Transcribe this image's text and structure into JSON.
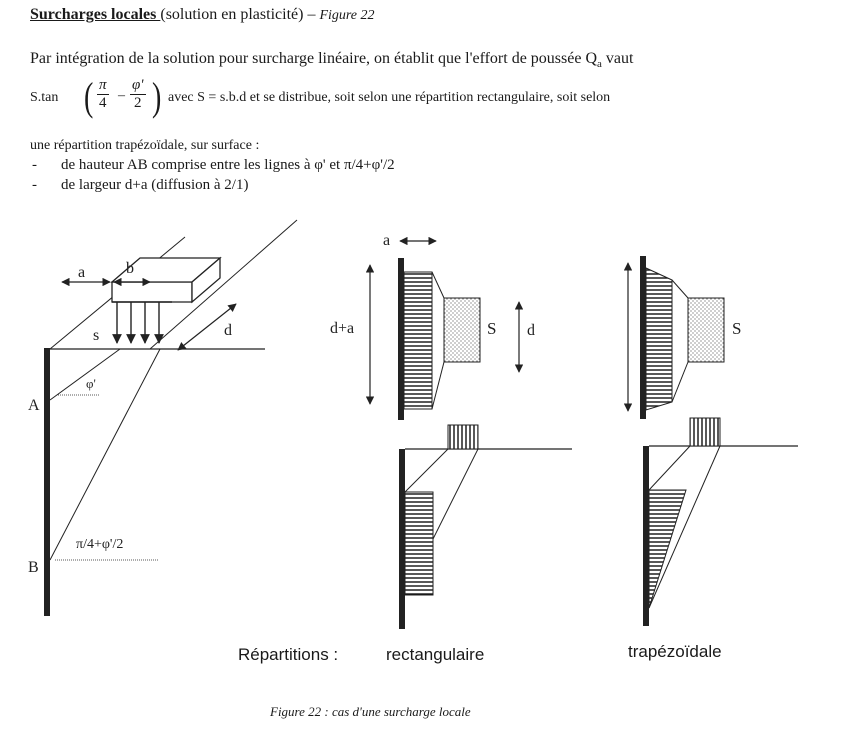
{
  "title": {
    "bold": "Surcharges locales ",
    "rest": "(solution en plasticité) – ",
    "figure_ref": "Figure 22"
  },
  "para1": {
    "line1_prefix": "Par intégration de la solution pour surcharge linéaire, on établit que l'effort de poussée Q",
    "line1_sub": "a",
    "line1_suffix": " vaut",
    "formula_prefix": "S.tan",
    "frac1_num": "π",
    "frac1_den": "4",
    "minus": "–",
    "frac2_num": "φ'",
    "frac2_den": "2",
    "line2_suffix": "avec S = s.b.d et se distribue, soit selon une répartition rectangulaire, soit selon",
    "line3": "une répartition trapézoïdale, sur surface :"
  },
  "bullets": [
    {
      "dash": "-",
      "text": "de hauteur AB comprise entre les lignes à φ' et π/4+φ'/2"
    },
    {
      "dash": "-",
      "text": "de largeur d+a (diffusion à 2/1)"
    }
  ],
  "figure": {
    "labels": {
      "a": "a",
      "b": "b",
      "s": "s",
      "d": "d",
      "phi": "φ'",
      "A": "A",
      "B": "B",
      "angle": "π/4+φ'/2",
      "a2": "a",
      "da": "d+a",
      "S1": "S",
      "d2": "d",
      "S2": "S"
    },
    "repartitions_label": "Répartitions :",
    "rect_label": "rectangulaire",
    "trap_label": "trapézoïdale"
  },
  "caption": "Figure 22 : cas d'une surcharge locale"
}
